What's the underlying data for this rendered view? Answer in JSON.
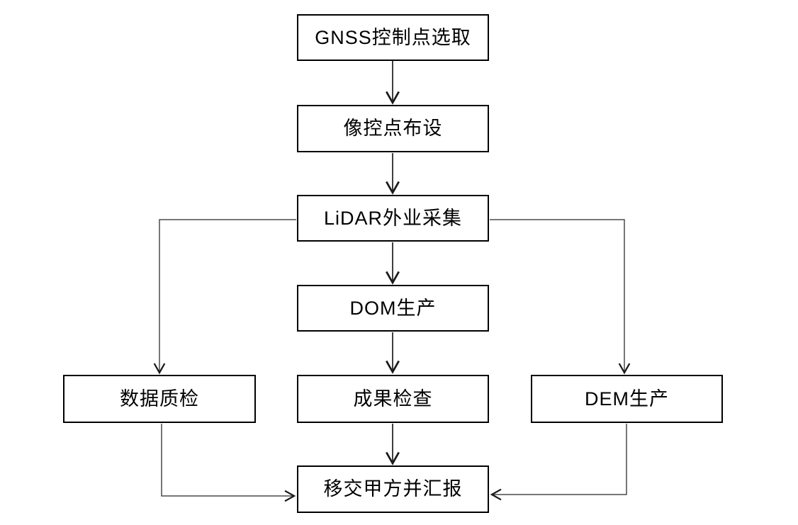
{
  "diagram": {
    "type": "flowchart",
    "background": "#ffffff",
    "box_border_color": "#000000",
    "box_fill_color": "#ffffff",
    "text_color": "#000000",
    "line_color": "#2a2a2a",
    "branch_line_color": "#4a4a4a"
  },
  "nodes": [
    {
      "id": "gnss-control-point-selection",
      "label": "GNSS控制点选取"
    },
    {
      "id": "image-control-point-layout",
      "label": "像控点布设"
    },
    {
      "id": "lidar-field-collection",
      "label": "LiDAR外业采集"
    },
    {
      "id": "dom-production",
      "label": "DOM生产"
    },
    {
      "id": "data-quality-check",
      "label": "数据质检"
    },
    {
      "id": "result-inspection",
      "label": "成果检查"
    },
    {
      "id": "dem-production",
      "label": "DEM生产"
    },
    {
      "id": "handover-and-report",
      "label": "移交甲方并汇报"
    }
  ],
  "edges": [
    {
      "from": "GNSS控制点选取",
      "to": "像控点布设"
    },
    {
      "from": "像控点布设",
      "to": "LiDAR外业采集"
    },
    {
      "from": "LiDAR外业采集",
      "to": "DOM生产"
    },
    {
      "from": "LiDAR外业采集",
      "to": "数据质检"
    },
    {
      "from": "LiDAR外业采集",
      "to": "DEM生产"
    },
    {
      "from": "DOM生产",
      "to": "成果检查"
    },
    {
      "from": "成果检查",
      "to": "移交甲方并汇报"
    },
    {
      "from": "数据质检",
      "to": "移交甲方并汇报"
    },
    {
      "from": "DEM生产",
      "to": "移交甲方并汇报"
    }
  ]
}
